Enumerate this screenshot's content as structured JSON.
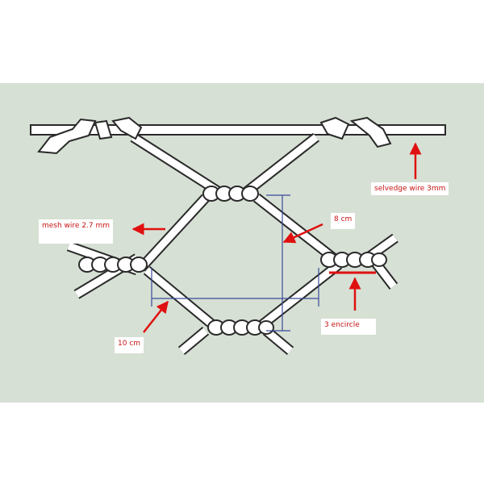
{
  "labels": {
    "selvedge_wire": "selvedge wire 3mm",
    "mesh_wire": "mesh wire 2.7 mm",
    "height": "8 cm",
    "width": "10 cm",
    "encircle": "3 encircle"
  },
  "colors": {
    "background": "#d6e0d4",
    "wire_fill": "#ffffff",
    "wire_outline": "#2a2a2a",
    "dimension_lines": "#3a4a9a",
    "annotation": "#e01010",
    "label_text": "#c81414"
  }
}
